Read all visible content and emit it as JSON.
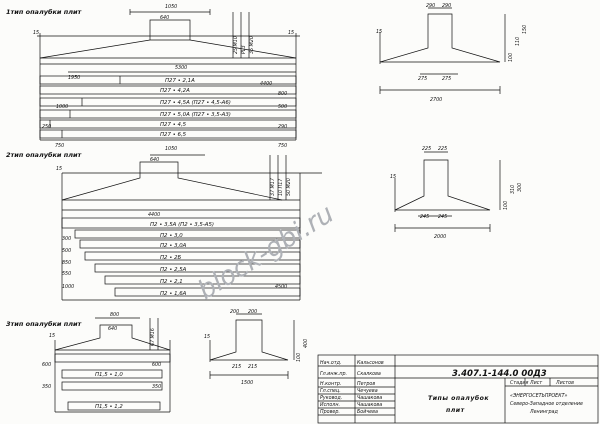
{
  "sections": [
    {
      "title": "1тип опалубки плит",
      "plate_labels": [
        "П27 • 2,1А",
        "П27 • 4,2А",
        "П27 • 4,5А (П27 • 4,5-А6)",
        "П27 • 5,0А (П27 • 3,5-А3)",
        "П27 • 4,5",
        "П27 • 6,5"
      ],
      "dims": {
        "top": "1050",
        "cap": "640",
        "d1": "5300",
        "d2": "1950",
        "d3": "4400",
        "d4": "800",
        "d5": "1000",
        "d6": "500",
        "d7": "250",
        "d8": "290",
        "d9": "750",
        "d10": "750",
        "slope": "15",
        "h1": "25 М10",
        "h2": "PL3",
        "h3": "35 М20"
      },
      "section_dims": {
        "a": "290",
        "b": "290",
        "c": "275",
        "d": "275",
        "w": "2700",
        "h1": "100",
        "h2": "110",
        "h3": "150",
        "slope": "15"
      }
    },
    {
      "title": "2тип опалубки плит",
      "plate_labels": [
        "П2 • 3,5А (П2 • 3,5-А5)",
        "П2 • 3,0",
        "П2 • 3,0А",
        "П2 • 2Б",
        "П2 • 2,5А",
        "П2 • 2,1",
        "П2 • 1,6А"
      ],
      "dims": {
        "top": "1050",
        "cap": "640",
        "d1": "4400",
        "d2": "300",
        "d3": "500",
        "d4": "550",
        "d5": "850",
        "d6": "1000",
        "d7": "4500",
        "slope": "15",
        "h1": "37 М17",
        "h2": "10 П17",
        "h3": "50 М20"
      },
      "section_dims": {
        "a": "225",
        "b": "225",
        "c": "245",
        "d": "245",
        "w": "2000",
        "h1": "100",
        "h2": "310",
        "h3": "300",
        "slope": "15"
      }
    },
    {
      "title": "3тип опалубки плит",
      "plate_labels": [
        "П1,5 • 1,0",
        "П1,5 • 1,2"
      ],
      "dims": {
        "top": "800",
        "cap": "640",
        "d1": "600",
        "d2": "600",
        "d3": "350",
        "d4": "350",
        "slope": "15",
        "h1": "67 М16"
      },
      "section_dims": {
        "a": "200",
        "b": "200",
        "c": "215",
        "d": "215",
        "w": "1500",
        "h1": "100",
        "h2": "400",
        "slope": "15"
      }
    }
  ],
  "title_block": {
    "doc_code": "3.407.1-144.0  00Д3",
    "name_line1": "Типы опалубок",
    "name_line2": "плит",
    "org_line1": "«ЭНЕРГОСЕТЬПРОЕКТ»",
    "org_line2": "Северо-Западное отделение",
    "org_line3": "Ленинград",
    "col_stage": "Стадия",
    "col_sheet": "Лист",
    "col_sheets": "Листов",
    "roles": [
      "Нач.отд.",
      "Гл.инж.пр.",
      "Н.контр.",
      "Гл.спец.",
      "Руковод.",
      "Исполн.",
      "Провер."
    ],
    "people": [
      "Кальсонов",
      "Скалкова",
      "Петров",
      "Чечуева",
      "Чашакова",
      "Чашакова",
      "Бойчева"
    ]
  },
  "watermark": "block-gbi.ru"
}
